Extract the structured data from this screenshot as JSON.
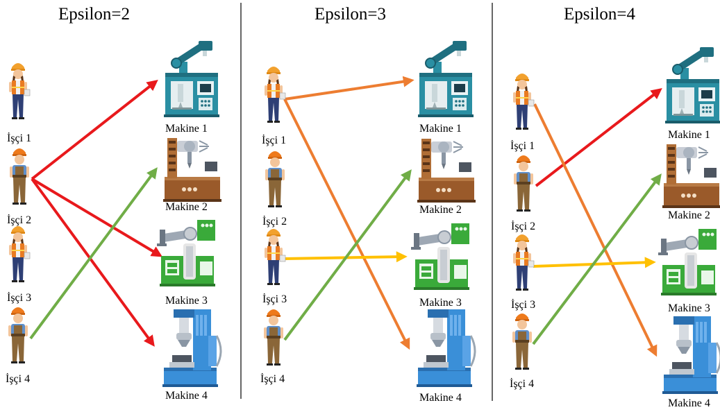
{
  "panels": [
    {
      "title": "Epsilon=2",
      "workers": [
        "İşçi 1",
        "İşçi 2",
        "İşçi 3",
        "İşçi 4"
      ],
      "machines": [
        "Makine 1",
        "Makine 2",
        "Makine 3",
        "Makine 4"
      ],
      "assignments": [
        {
          "from": "İşçi 2",
          "to": "Makine 1",
          "color": "#e8191c"
        },
        {
          "from": "İşçi 2",
          "to": "Makine 3",
          "color": "#e8191c"
        },
        {
          "from": "İşçi 2",
          "to": "Makine 4",
          "color": "#e8191c"
        },
        {
          "from": "İşçi 4",
          "to": "Makine 2",
          "color": "#70ad47"
        }
      ]
    },
    {
      "title": "Epsilon=3",
      "workers": [
        "İşçi 1",
        "İşçi 2",
        "İşçi 3",
        "İşçi 4"
      ],
      "machines": [
        "Makine 1",
        "Makine 2",
        "Makine 3",
        "Makine 4"
      ],
      "assignments": [
        {
          "from": "İşçi 1",
          "to": "Makine 1",
          "color": "#ed7d31"
        },
        {
          "from": "İşçi 1",
          "to": "Makine 4",
          "color": "#ed7d31"
        },
        {
          "from": "İşçi 3",
          "to": "Makine 3",
          "color": "#ffc000"
        },
        {
          "from": "İşçi 4",
          "to": "Makine 2",
          "color": "#70ad47"
        }
      ]
    },
    {
      "title": "Epsilon=4",
      "workers": [
        "İşçi 1",
        "İşçi 2",
        "İşçi 3",
        "İşçi 4"
      ],
      "machines": [
        "Makine 1",
        "Makine 2",
        "Makine 3",
        "Makine 4"
      ],
      "assignments": [
        {
          "from": "İşçi 2",
          "to": "Makine 1",
          "color": "#e8191c"
        },
        {
          "from": "İşçi 1",
          "to": "Makine 4",
          "color": "#ed7d31"
        },
        {
          "from": "İşçi 3",
          "to": "Makine 3",
          "color": "#ffc000"
        },
        {
          "from": "İşçi 4",
          "to": "Makine 2",
          "color": "#70ad47"
        }
      ]
    }
  ],
  "icons": {
    "worker": "worker-icon",
    "machine_1": "cnc-milling-machine-icon",
    "machine_2": "drill-press-machine-icon",
    "machine_3": "robotic-arm-machine-icon",
    "machine_4": "press-machine-icon"
  },
  "colors": {
    "divider": "#333333",
    "machine_1": "#2a8fa3",
    "machine_2": "#9a5a2a",
    "machine_3": "#3aaa3a",
    "machine_4": "#3a8fd8",
    "worker_vest": "#e97b22",
    "worker_pants": "#2e3f75",
    "worker_overall": "#8a6638"
  }
}
